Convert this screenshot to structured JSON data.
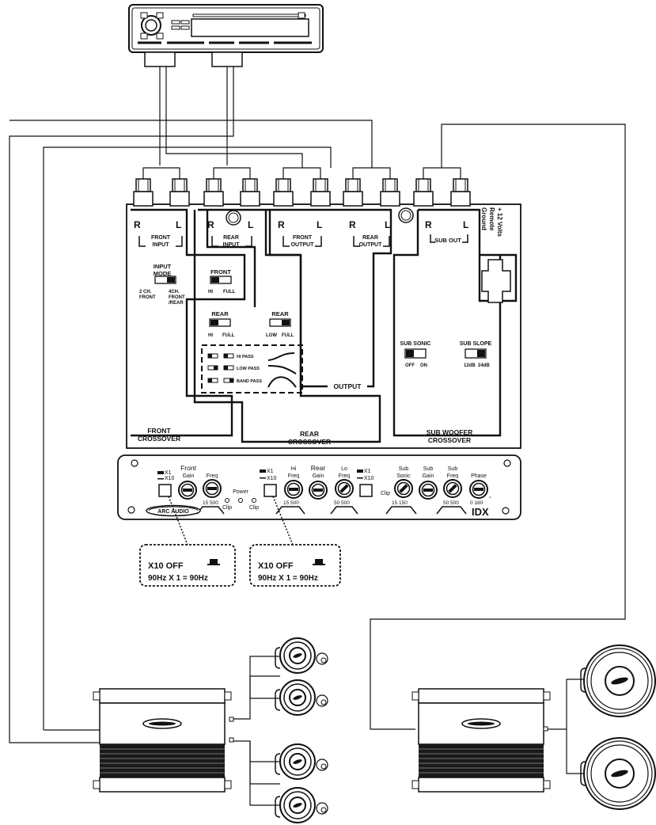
{
  "crossover": {
    "front_input": {
      "r": "R",
      "l": "L",
      "line1": "FRONT",
      "line2": "INPUT"
    },
    "rear_input": {
      "r": "R",
      "l": "L",
      "line1": "REAR",
      "line2": "INPUT"
    },
    "front_output": {
      "r": "R",
      "l": "L",
      "line1": "FRONT",
      "line2": "OUTPUT"
    },
    "rear_output": {
      "r": "R",
      "l": "L",
      "line1": "REAR",
      "line2": "OUTPUT"
    },
    "sub_out": {
      "r": "R",
      "l": "L",
      "label": "SUB OUT"
    },
    "power_labels": {
      "v12": "+ 12 Volts",
      "remote": "Remote",
      "ground": "Ground"
    },
    "input_mode": {
      "line1": "INPUT",
      "line2": "MODE",
      "opt1a": "2 CH.",
      "opt1b": "FRONT",
      "opt2a": "4CH.",
      "opt2b": "FRONT",
      "opt2c": "/REAR"
    },
    "front_switch": {
      "title": "FRONT",
      "left": "HI",
      "right": "FULL"
    },
    "rear_switch_left": {
      "title": "REAR",
      "left": "HI",
      "right": "FULL"
    },
    "rear_switch_right": {
      "title": "REAR",
      "left": "LOW",
      "right": "FULL"
    },
    "filter_legend": [
      "HI PASS",
      "LOW PASS",
      "BAND PASS"
    ],
    "output_label": "OUTPUT",
    "sub_sonic": {
      "title": "SUB SONIC",
      "left": "OFF",
      "right": "ON"
    },
    "sub_slope": {
      "title": "SUB SLOPE",
      "left": "12dB",
      "right": "24dB"
    },
    "section_front": {
      "line1": "FRONT",
      "line2": "CROSSOVER"
    },
    "section_rear": {
      "line1": "REAR",
      "line2": "CROSSOVER"
    },
    "section_sub": {
      "line1": "SUB WOOFER",
      "line2": "CROSSOVER"
    }
  },
  "panel": {
    "x1": "X1",
    "x10": "X10",
    "front": "Front",
    "gain": "Gain",
    "freq": "Freq",
    "power": "Power",
    "clip": "Clip",
    "range_15_500": "15  500",
    "hi": "Hi",
    "rear": "Rear",
    "lo": "Lo",
    "range_50_500": "50  500",
    "sub": "Sub",
    "sonic": "Sonic",
    "range_15_150": "15  150",
    "phase": "Phase",
    "range_0_180": "0  180",
    "degree": "°",
    "brand": "ARC AUDIO",
    "model": "IDX"
  },
  "callouts": [
    {
      "line1": "X10 OFF",
      "line2": "90Hz X 1 = 90Hz"
    },
    {
      "line1": "X10 OFF",
      "line2": "90Hz X 1 = 90Hz"
    }
  ],
  "colors": {
    "ink": "#111111",
    "fill_dark": "#1a1a1a",
    "paper": "#ffffff"
  }
}
